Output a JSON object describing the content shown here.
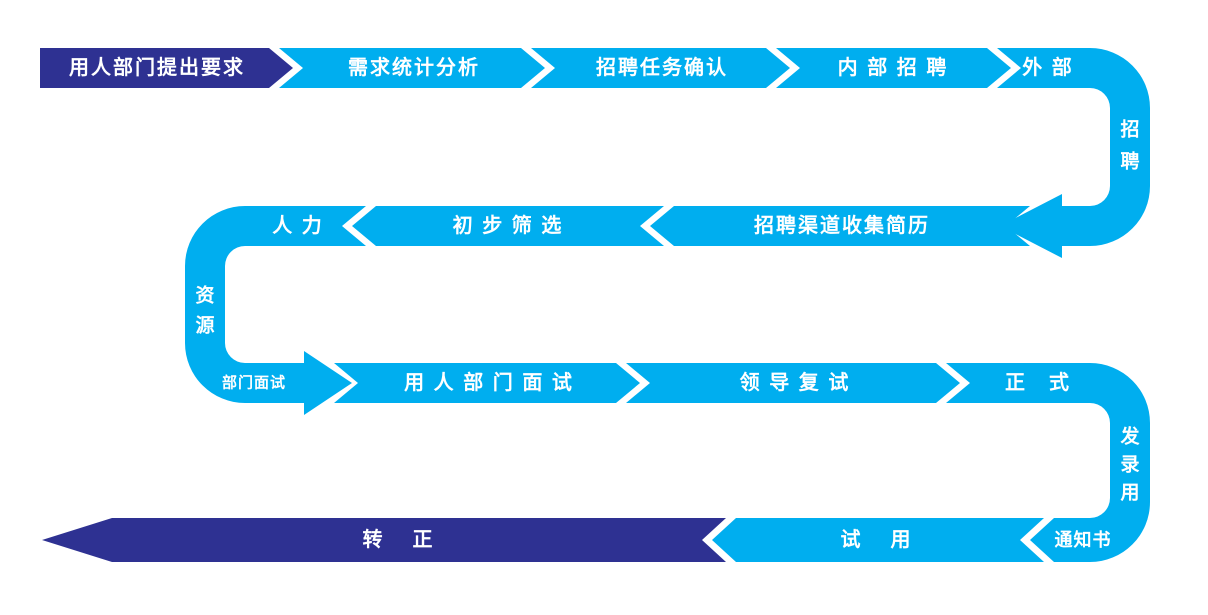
{
  "diagram": {
    "colors": {
      "navy": "#2e3192",
      "cyan": "#00aeef",
      "label_text": "#ffffff",
      "background": "#ffffff"
    },
    "steps": [
      {
        "label": "用人部门提出要求"
      },
      {
        "label": "需求统计分析"
      },
      {
        "label": "招聘任务确认"
      },
      {
        "label": "内 部 招 聘"
      },
      {
        "label": "外 部",
        "vertical": [
          "招",
          "聘"
        ]
      },
      {
        "label": "招聘渠道收集简历"
      },
      {
        "label": "初 步 筛 选"
      },
      {
        "label": "人 力",
        "vertical": [
          "资",
          "源"
        ],
        "tail": "部门面试"
      },
      {
        "label": "用 人 部 门 面 试"
      },
      {
        "label": "领 导 复 试"
      },
      {
        "label": "正　式",
        "vertical": [
          "发",
          "录",
          "用"
        ],
        "tail": "通知书"
      },
      {
        "label": "试　用"
      },
      {
        "label": "转　正"
      }
    ]
  }
}
